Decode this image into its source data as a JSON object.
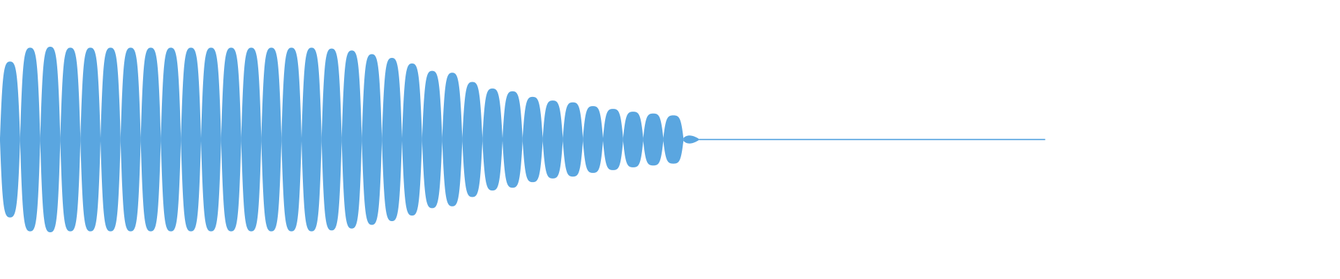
{
  "waveform": {
    "color": "#5aa6e0",
    "background": "#ffffff",
    "cycle_count": 34,
    "lobe_peak_amplitudes": [
      0.84,
      0.99,
      1.0,
      0.99,
      0.99,
      0.99,
      0.99,
      0.99,
      0.99,
      0.99,
      0.99,
      0.99,
      0.99,
      0.99,
      0.99,
      0.99,
      0.98,
      0.96,
      0.92,
      0.88,
      0.82,
      0.74,
      0.72,
      0.62,
      0.55,
      0.52,
      0.46,
      0.42,
      0.4,
      0.36,
      0.33,
      0.3,
      0.28,
      0.26
    ],
    "decay_end_fraction": 0.535,
    "noise_floor_end_fraction": 0.78,
    "noise_floor_level": 0.008
  }
}
